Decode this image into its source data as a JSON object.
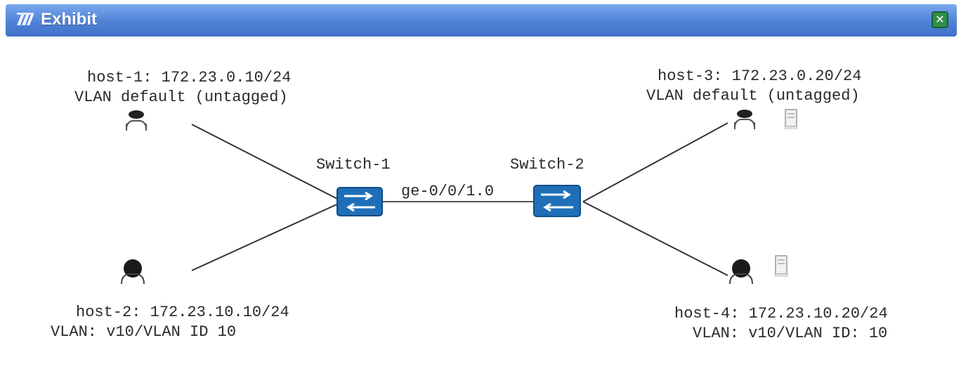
{
  "window": {
    "title": "Exhibit",
    "close_glyph": "✕",
    "title_color": "#4f82d6",
    "close_color": "#2f8f4a"
  },
  "hosts": {
    "host1": {
      "line1": "host-1: 172.23.0.10/24",
      "line2": "VLAN default (untagged)"
    },
    "host2": {
      "line1": "host-2: 172.23.10.10/24",
      "line2": "VLAN: v10/VLAN ID 10"
    },
    "host3": {
      "line1": "host-3: 172.23.0.20/24",
      "line2": "VLAN default (untagged)"
    },
    "host4": {
      "line1": "host-4: 172.23.10.20/24",
      "line2": "VLAN: v10/VLAN ID: 10"
    }
  },
  "switches": {
    "switch1": {
      "label": "Switch-1"
    },
    "switch2": {
      "label": "Switch-2"
    }
  },
  "links": {
    "trunk_label": "ge-0/0/1.0"
  },
  "icons": {
    "host": "user-workstation-icon",
    "switch": "network-switch-icon",
    "window": "exhibit-window-icon"
  },
  "colors": {
    "switch_fill": "#1f6fb8",
    "link_color": "#333333"
  }
}
